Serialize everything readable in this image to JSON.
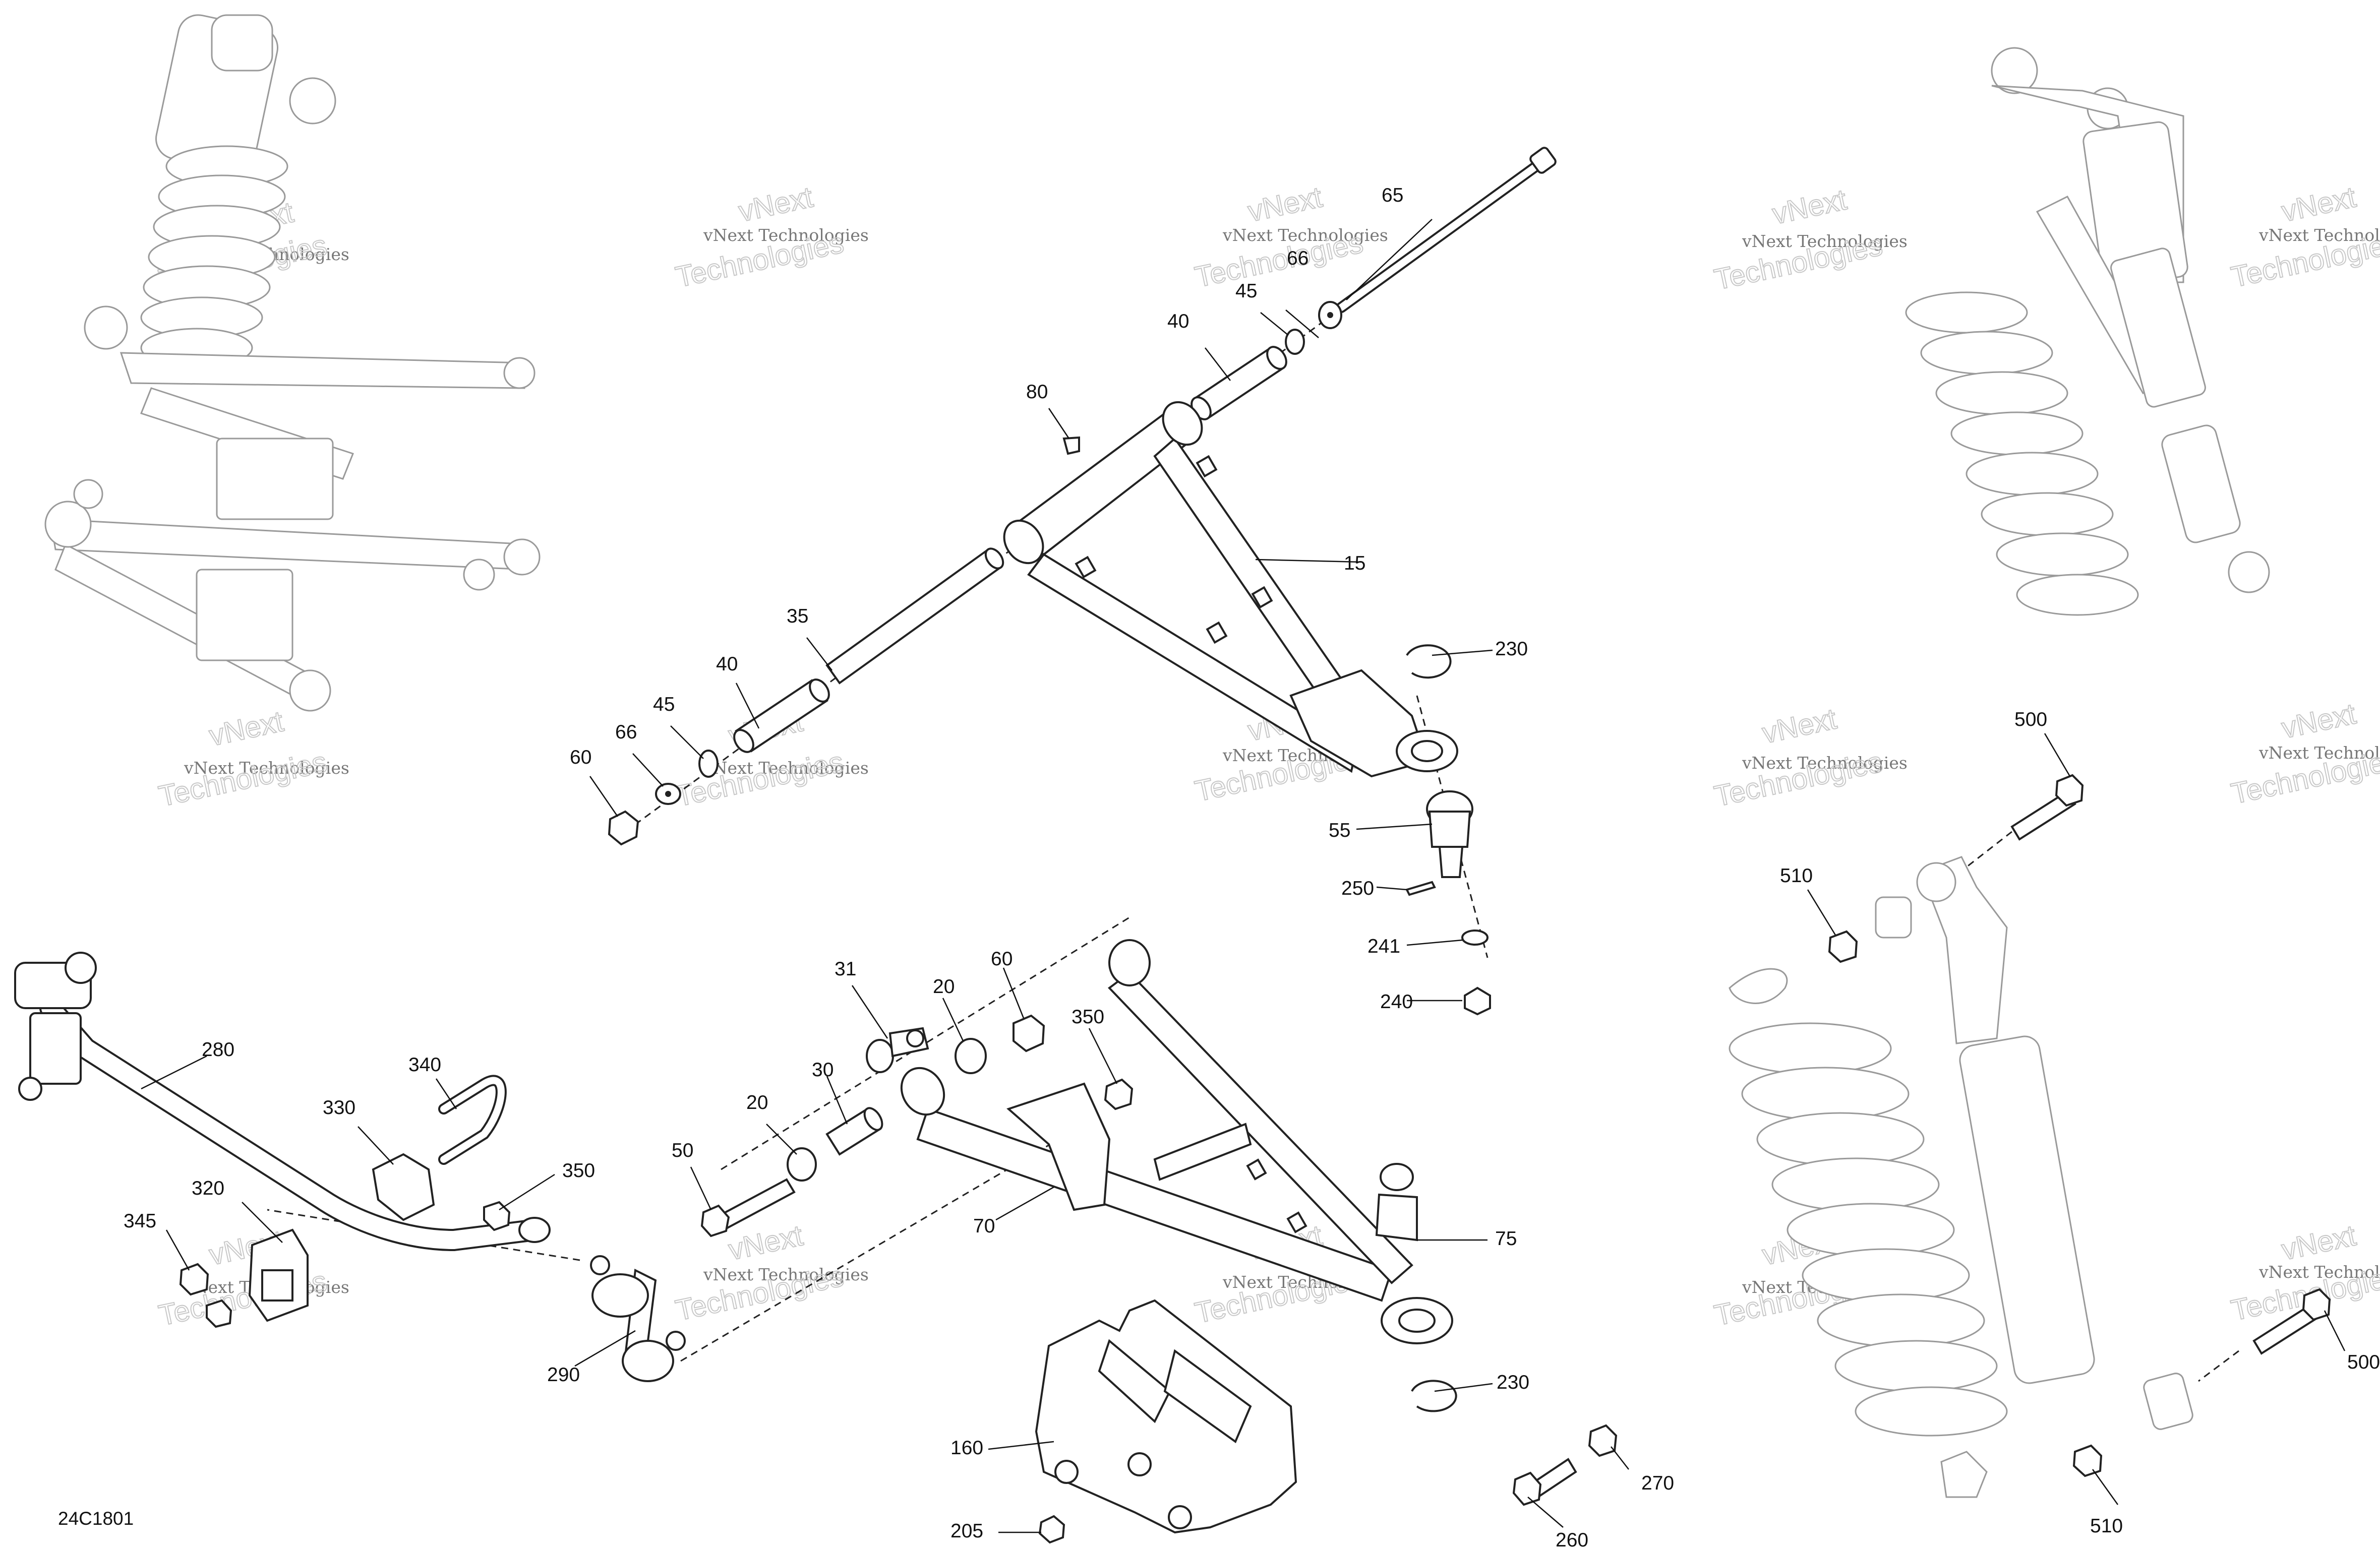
{
  "diagram": {
    "code": "24C1801",
    "watermark_line1": "vNext Technologies",
    "watermark_line2a": "vNext",
    "watermark_line2b": "Technologies",
    "callouts": {
      "c15": "15",
      "c20a": "20",
      "c20b": "20",
      "c30": "30",
      "c31": "31",
      "c35": "35",
      "c40a": "40",
      "c40b": "40",
      "c45a": "45",
      "c45b": "45",
      "c50": "50",
      "c55": "55",
      "c60a": "60",
      "c60b": "60",
      "c65": "65",
      "c66a": "66",
      "c66b": "66",
      "c70": "70",
      "c75": "75",
      "c80": "80",
      "c160": "160",
      "c205": "205",
      "c230a": "230",
      "c230b": "230",
      "c240": "240",
      "c241": "241",
      "c250": "250",
      "c260": "260",
      "c270": "270",
      "c280": "280",
      "c290": "290",
      "c320": "320",
      "c330": "330",
      "c340": "340",
      "c345": "345",
      "c350a": "350",
      "c350b": "350",
      "c500a": "500",
      "c500b": "500",
      "c510a": "510",
      "c510b": "510"
    }
  }
}
